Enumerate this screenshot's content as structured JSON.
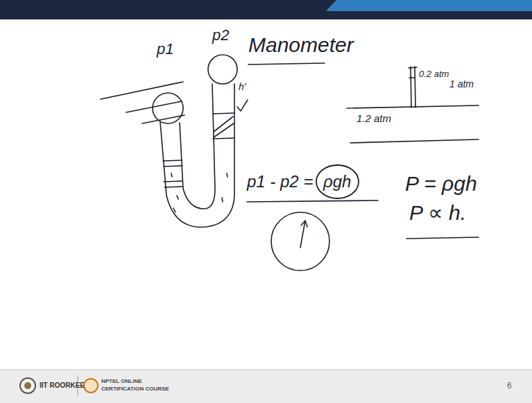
{
  "diagram": {
    "nodes": [
      {
        "text": [
          "ρgh"
        ]
      }
    ],
    "labels": [
      "p1",
      "p2",
      "Manometer",
      "h'",
      "p1 - p2 =",
      "0.2 atm",
      "1 atm",
      "1.2 atm",
      "P = ρgh",
      "P ∝ h.",
      "IIT ROORKEE",
      "NPTEL ONLINE",
      "CERTIFICATION COURSE",
      "6"
    ]
  }
}
